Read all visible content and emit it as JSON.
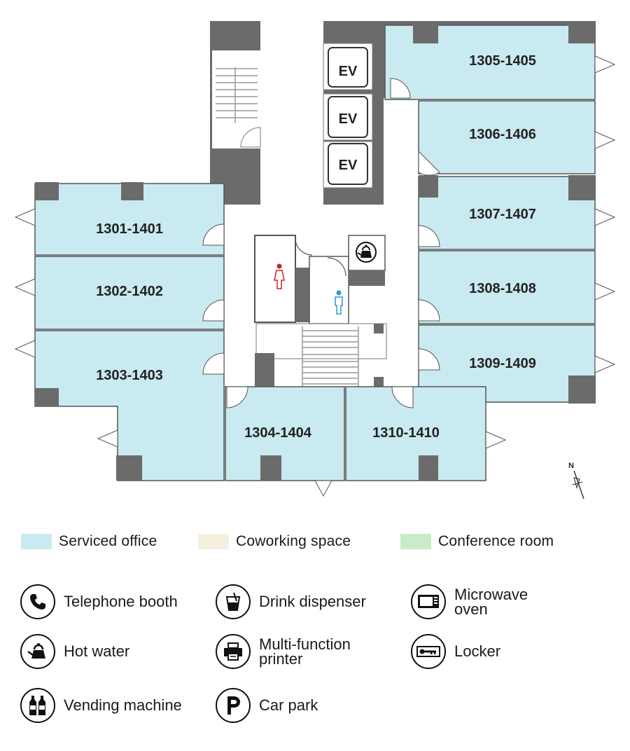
{
  "floorplan": {
    "rooms": [
      {
        "id": "r1301",
        "label": "1301-1401"
      },
      {
        "id": "r1302",
        "label": "1302-1402"
      },
      {
        "id": "r1303",
        "label": "1303-1403"
      },
      {
        "id": "r1304",
        "label": "1304-1404"
      },
      {
        "id": "r1305",
        "label": "1305-1405"
      },
      {
        "id": "r1306",
        "label": "1306-1406"
      },
      {
        "id": "r1307",
        "label": "1307-1407"
      },
      {
        "id": "r1308",
        "label": "1308-1408"
      },
      {
        "id": "r1309",
        "label": "1309-1409"
      },
      {
        "id": "r1310",
        "label": "1310-1410"
      }
    ],
    "elevators": [
      "EV",
      "EV",
      "EV"
    ],
    "compass": "N",
    "colors": {
      "serviced_office": "#c9eaf0",
      "wall": "#6b6b6b",
      "corridor": "#ffffff",
      "female": "#cc2222",
      "male": "#2a9bd0"
    }
  },
  "legend": {
    "serviced_office": {
      "label": "Serviced office",
      "color": "#c9eaf0"
    },
    "coworking_space": {
      "label": "Coworking space",
      "color": "#f5efdf"
    },
    "conference_room": {
      "label": "Conference room",
      "color": "#c8ecc9"
    }
  },
  "amenities": [
    {
      "icon": "telephone-icon",
      "label": "Telephone booth"
    },
    {
      "icon": "drink-icon",
      "label": "Drink dispenser"
    },
    {
      "icon": "microwave-icon",
      "label_lines": [
        "Microwave",
        "oven"
      ]
    },
    {
      "icon": "kettle-icon",
      "label": "Hot water"
    },
    {
      "icon": "printer-icon",
      "label_lines": [
        "Multi-function",
        "printer"
      ]
    },
    {
      "icon": "key-icon",
      "label": "Locker"
    },
    {
      "icon": "bottles-icon",
      "label": "Vending machine"
    },
    {
      "icon": "parking-icon",
      "label": "Car park"
    }
  ]
}
